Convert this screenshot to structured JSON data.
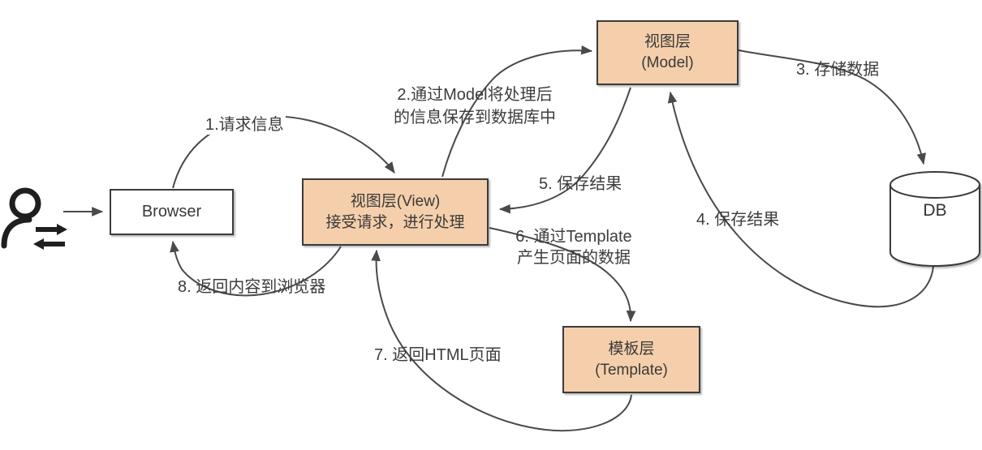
{
  "diagram": {
    "background": "#ffffff",
    "colors": {
      "node_fill": "#f5cfab",
      "node_border": "#3b3b3b",
      "arrow": "#4a4a4a",
      "text": "#3d3d3d",
      "icon": "#1f1f1f"
    },
    "nodes": {
      "browser": {
        "label": "Browser"
      },
      "view": {
        "line1": "视图层(View)",
        "line2": "接受请求，进行处理"
      },
      "model": {
        "line1": "视图层",
        "line2": "(Model)"
      },
      "template": {
        "line1": "模板层",
        "line2": "(Template)"
      },
      "db": {
        "label": "DB"
      }
    },
    "edge_labels": {
      "e1": "1.请求信息",
      "e2": {
        "line1": "2.通过Model将处理后",
        "line2": "的信息保存到数据库中"
      },
      "e3": "3. 存储数据",
      "e4": "4. 保存结果",
      "e5": "5. 保存结果",
      "e6": {
        "line1": "6. 通过Template",
        "line2": "产生页面的数据"
      },
      "e7": "7. 返回HTML页面",
      "e8": "8. 返回内容到浏览器"
    },
    "icons": {
      "user": "user-exchange-icon"
    }
  }
}
